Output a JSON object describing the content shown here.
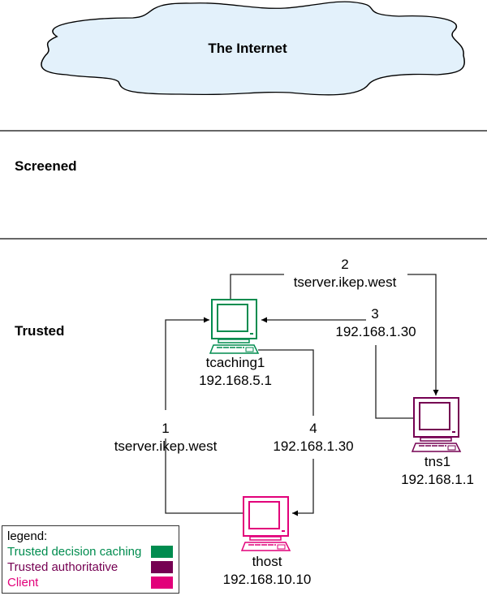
{
  "cloud": {
    "label": "The Internet",
    "fill": "#e3f1fb"
  },
  "zones": [
    {
      "label": "Screened"
    },
    {
      "label": "Trusted"
    }
  ],
  "nodes": {
    "tcaching1": {
      "name": "tcaching1",
      "ip": "192.168.5.1",
      "role": "Trusted decision caching"
    },
    "tns1": {
      "name": "tns1",
      "ip": "192.168.1.1",
      "role": "Trusted authoritative"
    },
    "thost": {
      "name": "thost",
      "ip": "192.168.10.10",
      "role": "Client"
    }
  },
  "flows": [
    {
      "step": "1",
      "text": "tserver.ikep.west",
      "from": "thost",
      "to": "tcaching1"
    },
    {
      "step": "2",
      "text": "tserver.ikep.west",
      "from": "tcaching1",
      "to": "tns1"
    },
    {
      "step": "3",
      "text": "192.168.1.30",
      "from": "tns1",
      "to": "tcaching1"
    },
    {
      "step": "4",
      "text": "192.168.1.30",
      "from": "tcaching1",
      "to": "thost"
    }
  ],
  "legend": {
    "title": "legend:",
    "items": [
      {
        "label": "Trusted decision caching",
        "color": "#008c4f"
      },
      {
        "label": "Trusted authoritative",
        "color": "#750052"
      },
      {
        "label": "Client",
        "color": "#e2007a"
      }
    ]
  }
}
